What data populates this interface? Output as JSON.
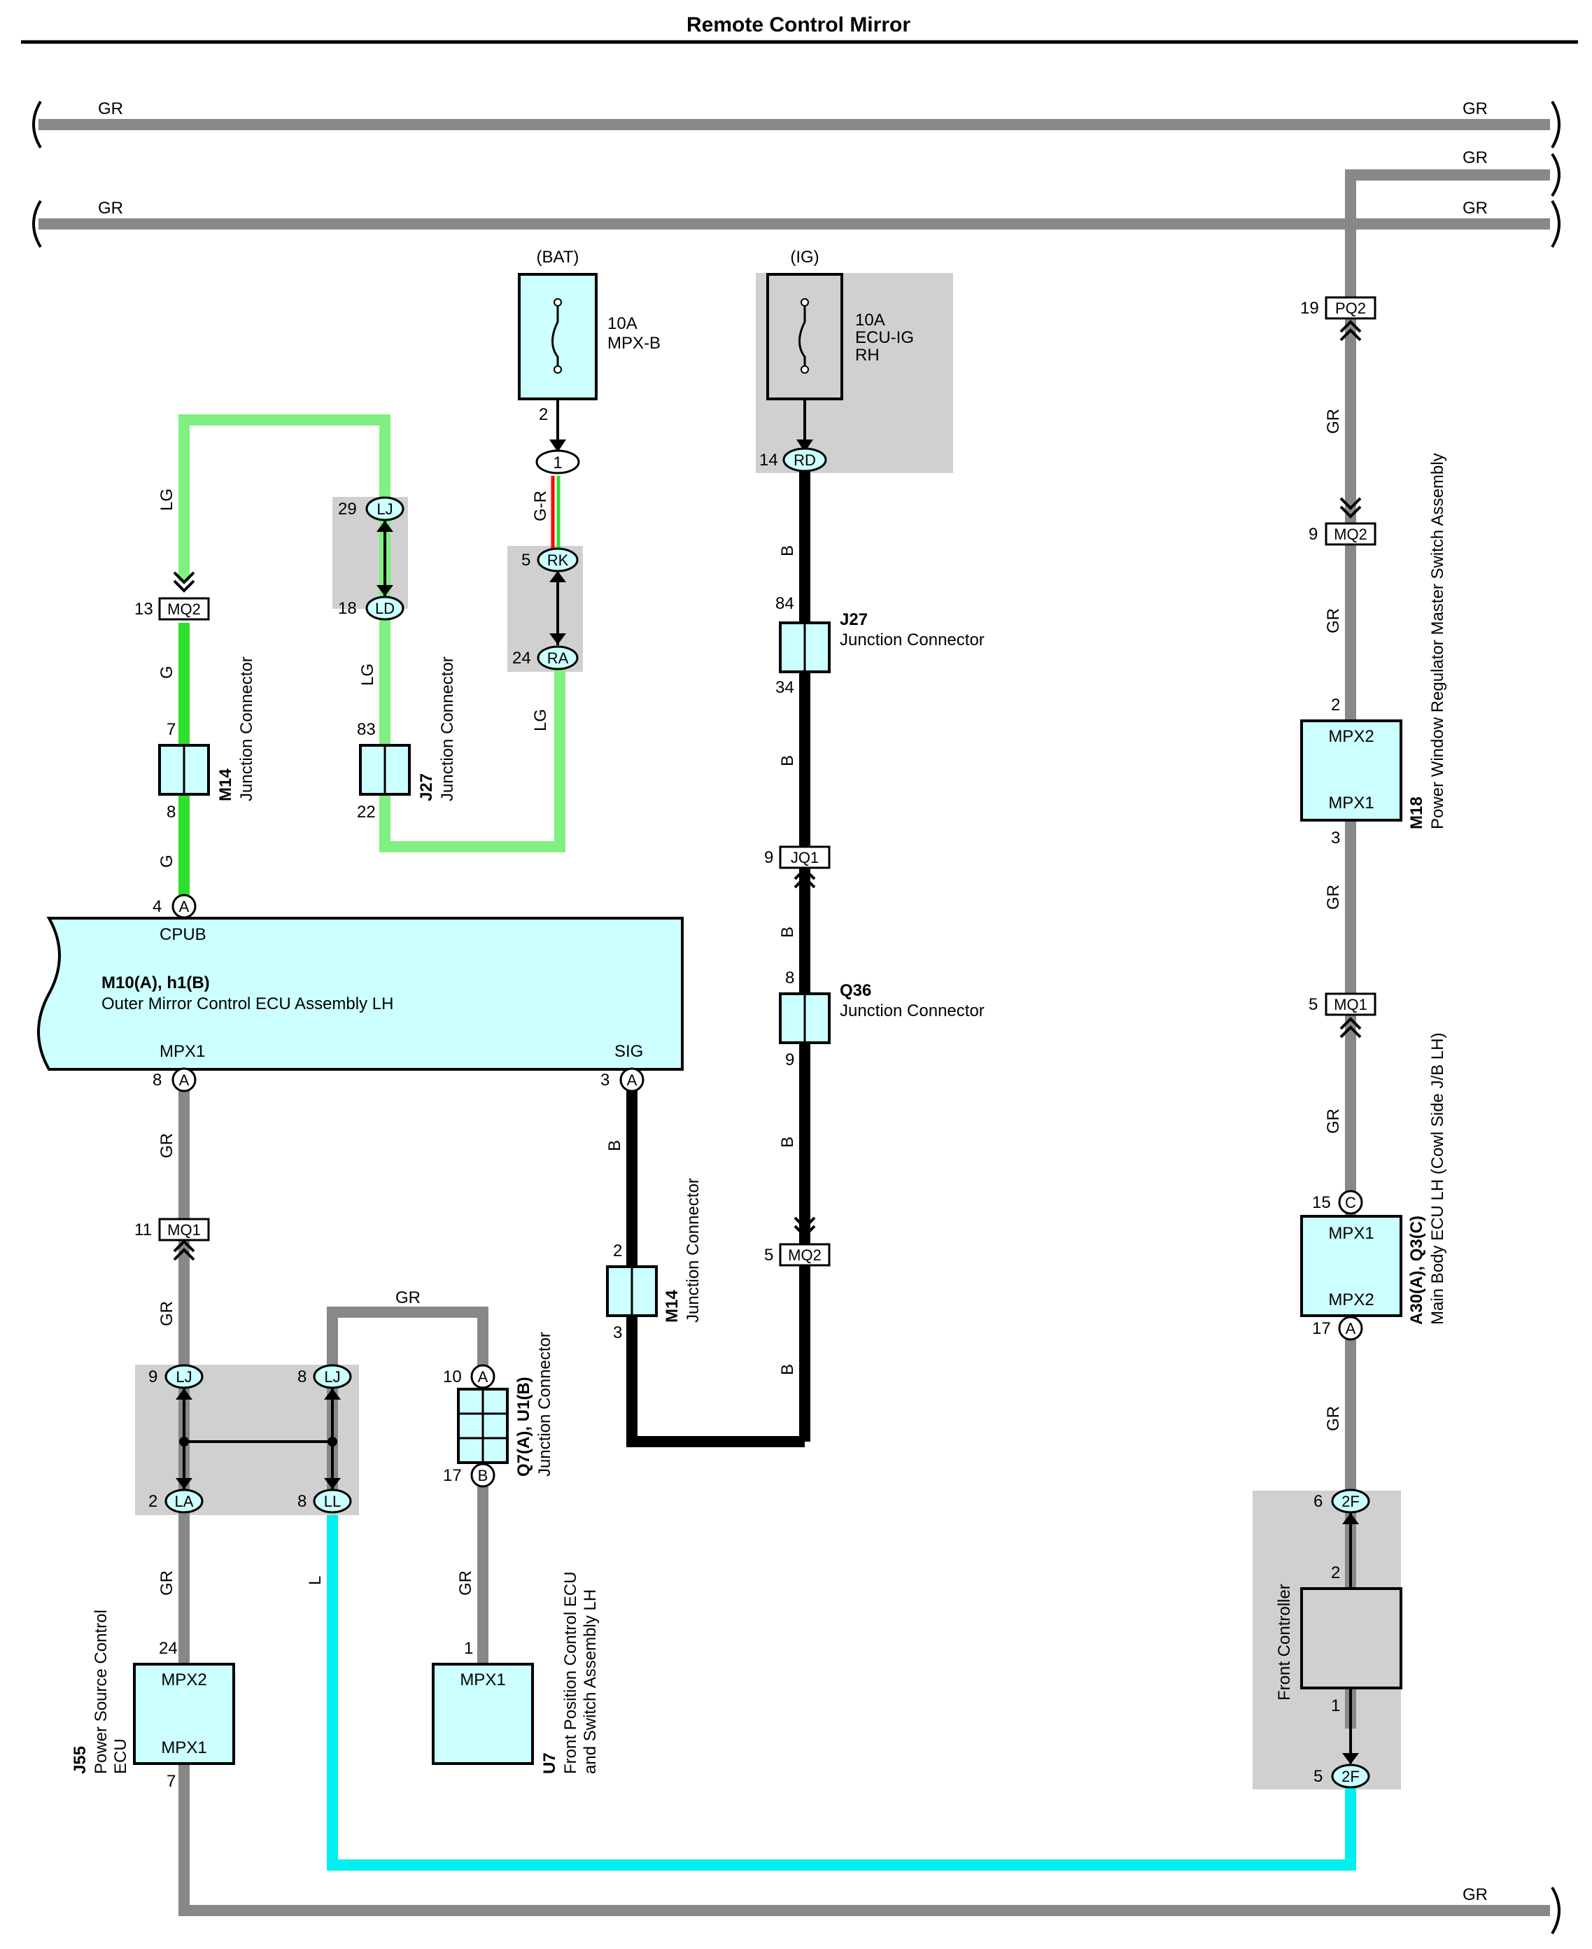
{
  "title": "Remote Control Mirror",
  "colors": {
    "GR": "#888888",
    "LG": "#80f080",
    "G": "#2ee02e",
    "B": "#000000",
    "L": "#00f0f0",
    "component_fill": "#ccffff",
    "shade": "#d0d0d0"
  },
  "wire_colors": {
    "gr": "GR",
    "lg": "LG",
    "g": "G",
    "b": "B",
    "l": "L",
    "gr_r": "G-R"
  },
  "fuses": {
    "bat": {
      "source": "(BAT)",
      "amp": "10A",
      "name": "MPX-B",
      "pin": "2"
    },
    "ig": {
      "source": "(IG)",
      "amp": "10A",
      "name1": "ECU-IG",
      "name2": "RH"
    }
  },
  "connectors": {
    "c1": "1",
    "rk": "RK",
    "ra": "RA",
    "rd": "RD",
    "lj": "LJ",
    "ld": "LD",
    "mq2": "MQ2",
    "mq1": "MQ1",
    "jq1": "JQ1",
    "pq2": "PQ2",
    "la": "LA",
    "ll": "LL",
    "2f": "2F",
    "a": "A",
    "b": "B",
    "c": "C"
  },
  "pins": {
    "p1": "1",
    "p2": "2",
    "p3": "3",
    "p4": "4",
    "p5": "5",
    "p6": "6",
    "p7": "7",
    "p8": "8",
    "p9": "9",
    "p10": "10",
    "p11": "11",
    "p13": "13",
    "p14": "14",
    "p15": "15",
    "p17": "17",
    "p18": "18",
    "p19": "19",
    "p22": "22",
    "p24": "24",
    "p29": "29",
    "p34": "34",
    "p83": "83",
    "p84": "84"
  },
  "components": {
    "m14": {
      "code": "M14",
      "name": "Junction Connector"
    },
    "j27": {
      "code": "J27",
      "name": "Junction Connector"
    },
    "q36": {
      "code": "Q36",
      "name": "Junction Connector"
    },
    "q7u1": {
      "code": "Q7(A), U1(B)",
      "name": "Junction Connector"
    },
    "ecu": {
      "code": "M10(A), h1(B)",
      "name": "Outer Mirror Control ECU Assembly LH",
      "cpub": "CPUB",
      "mpx1": "MPX1",
      "sig": "SIG"
    },
    "m18": {
      "code": "M18",
      "name": "Power Window Regulator Master Switch Assembly",
      "top": "MPX2",
      "bottom": "MPX1"
    },
    "a30": {
      "code": "A30(A), Q3(C)",
      "name": "Main Body ECU LH (Cowl Side J/B LH)",
      "top": "MPX1",
      "bottom": "MPX2"
    },
    "j55": {
      "code": "J55",
      "name1": "Power Source Control",
      "name2": "ECU",
      "top": "MPX2",
      "bottom": "MPX1"
    },
    "u7": {
      "code": "U7",
      "name1": "Front Position Control ECU",
      "name2": "and Switch Assembly LH",
      "top": "MPX1"
    },
    "front": {
      "name": "Front Controller"
    }
  }
}
